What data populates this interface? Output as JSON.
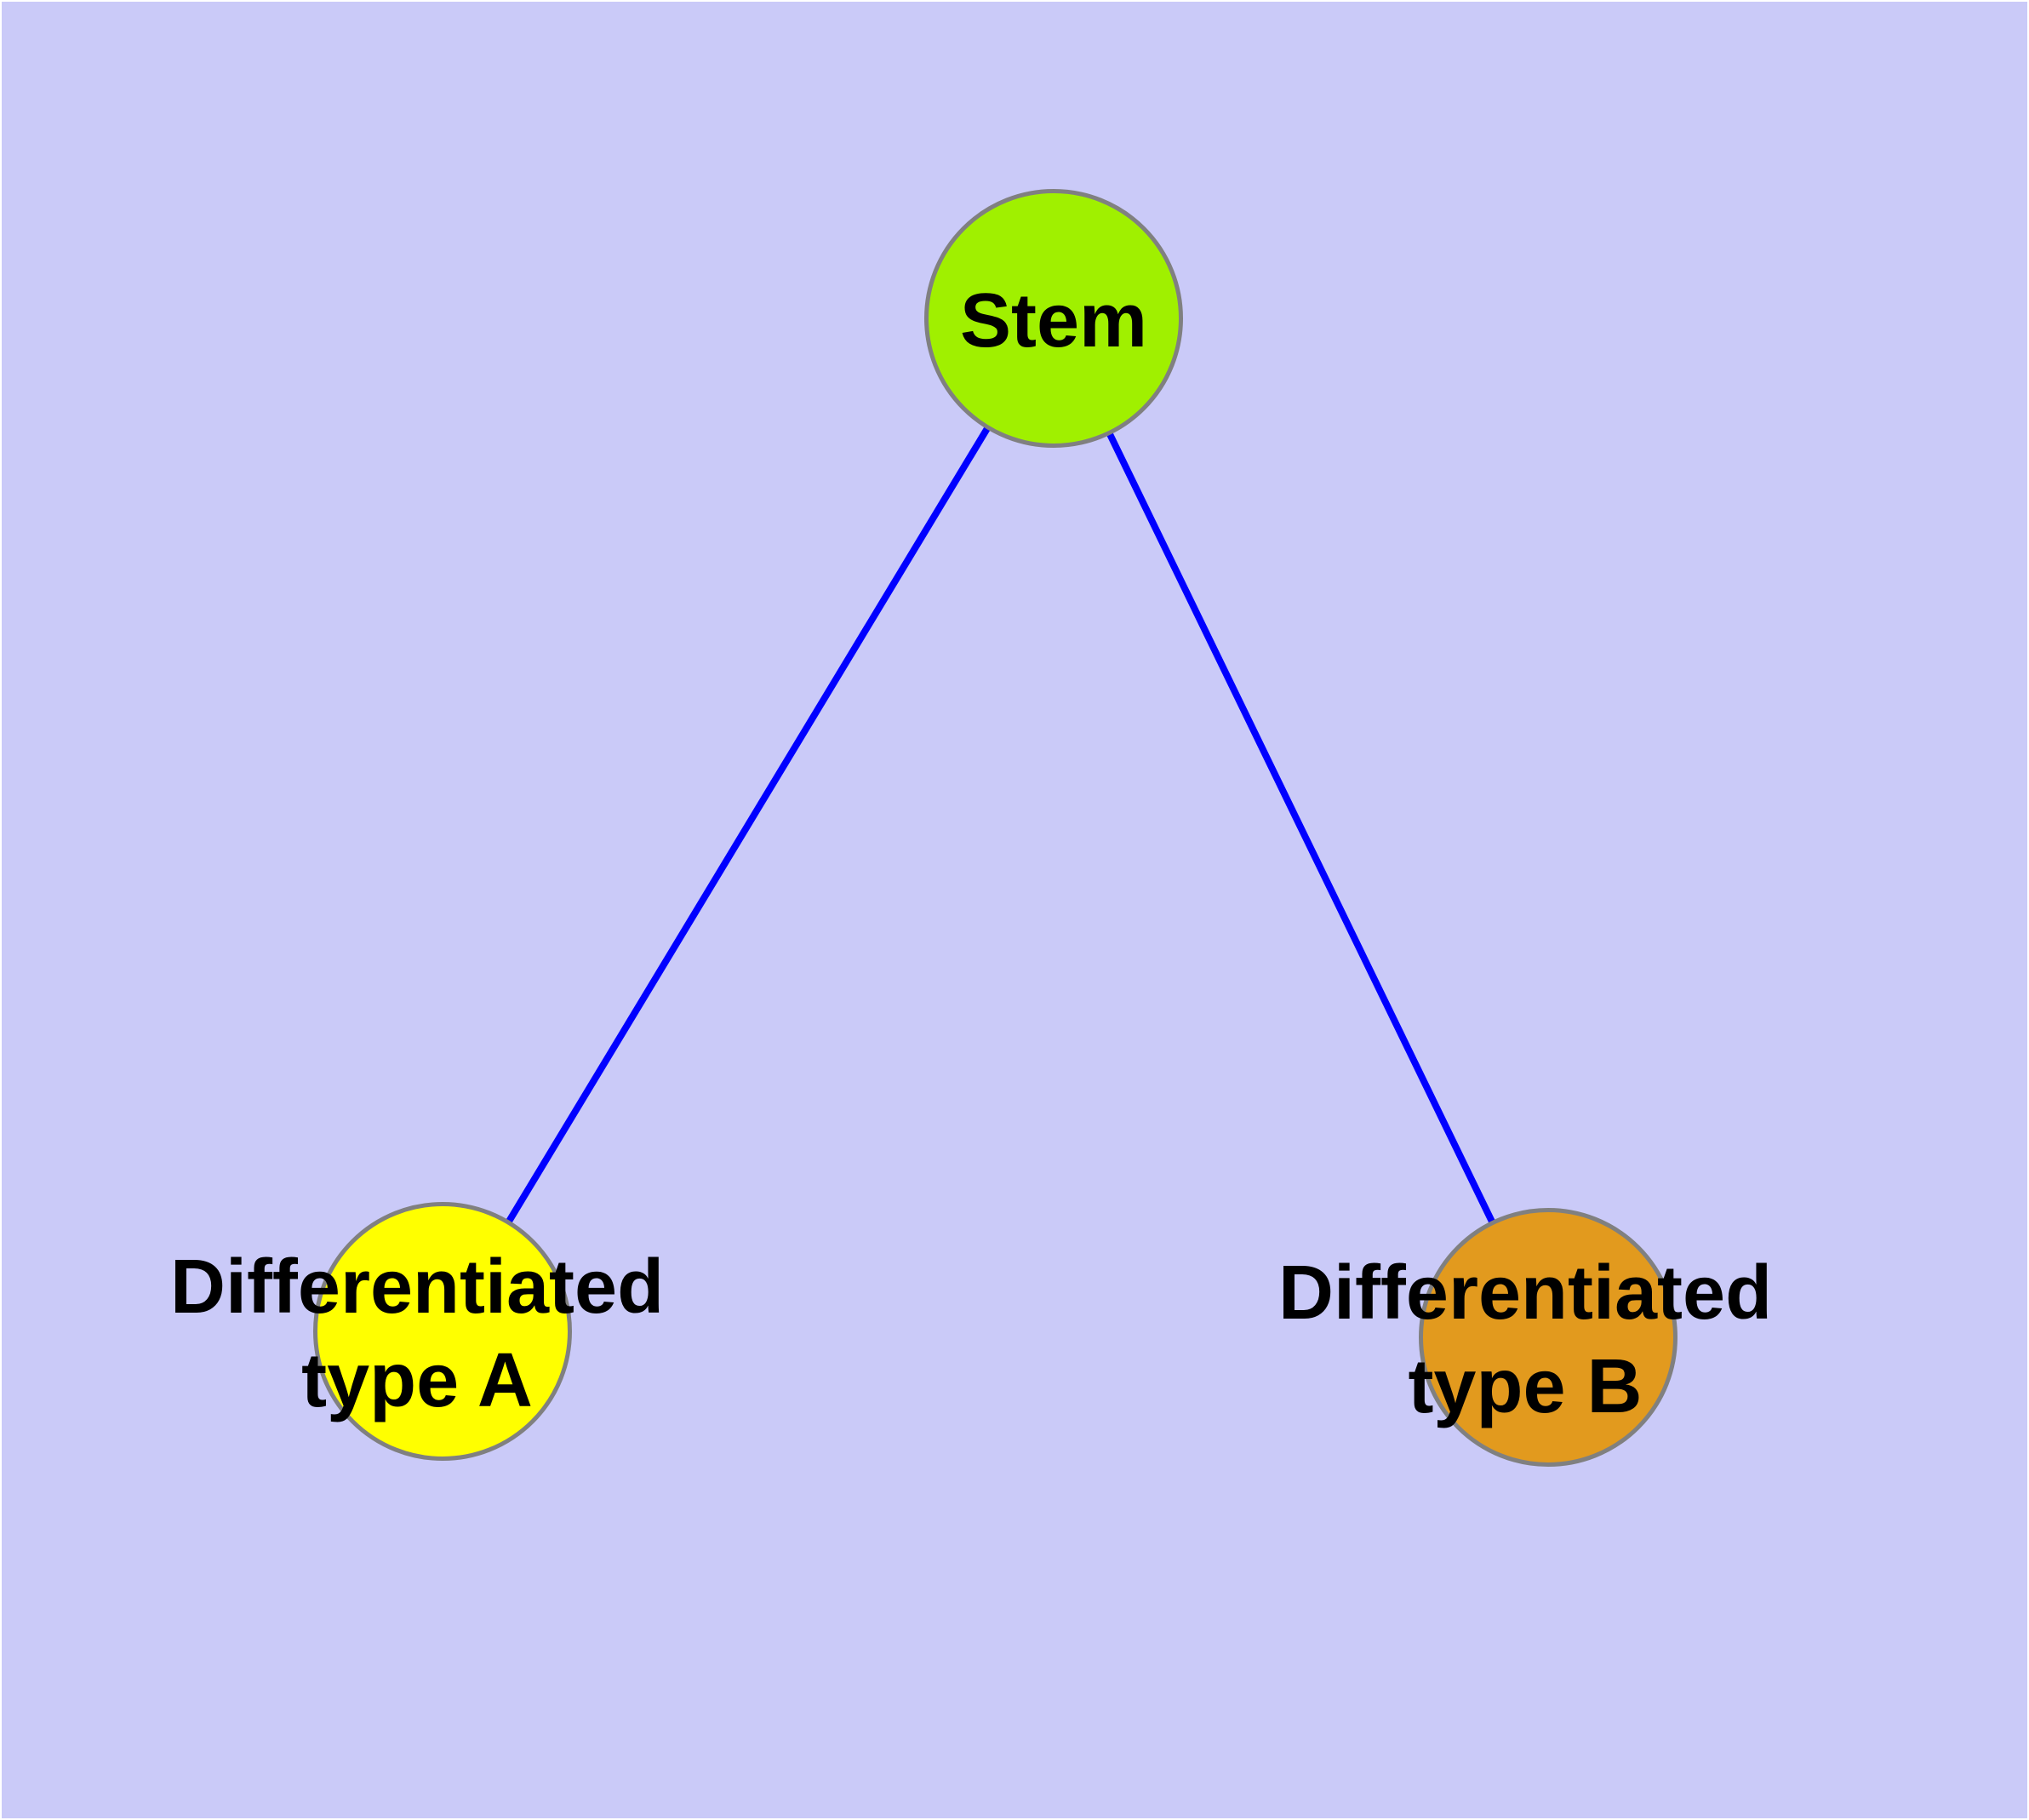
{
  "canvas": {
    "background": "#CACAF8",
    "frame_color": "#FFFFFF"
  },
  "styles": {
    "node_border_color": "#808080",
    "edge_color": "#0000FF",
    "label_color": "#000000"
  },
  "graph": {
    "nodes": [
      {
        "id": "stem",
        "label": "Stem",
        "fill": "#A0F000"
      },
      {
        "id": "differentiated-type-a",
        "label": "Differentiated\ntype A",
        "fill": "#FFFF00"
      },
      {
        "id": "differentiated-type-b",
        "label": "Differentiated\ntype B",
        "fill": "#E29A1E"
      }
    ],
    "edges": [
      {
        "from": "stem",
        "to": "differentiated-type-a"
      },
      {
        "from": "stem",
        "to": "differentiated-type-b"
      }
    ]
  }
}
